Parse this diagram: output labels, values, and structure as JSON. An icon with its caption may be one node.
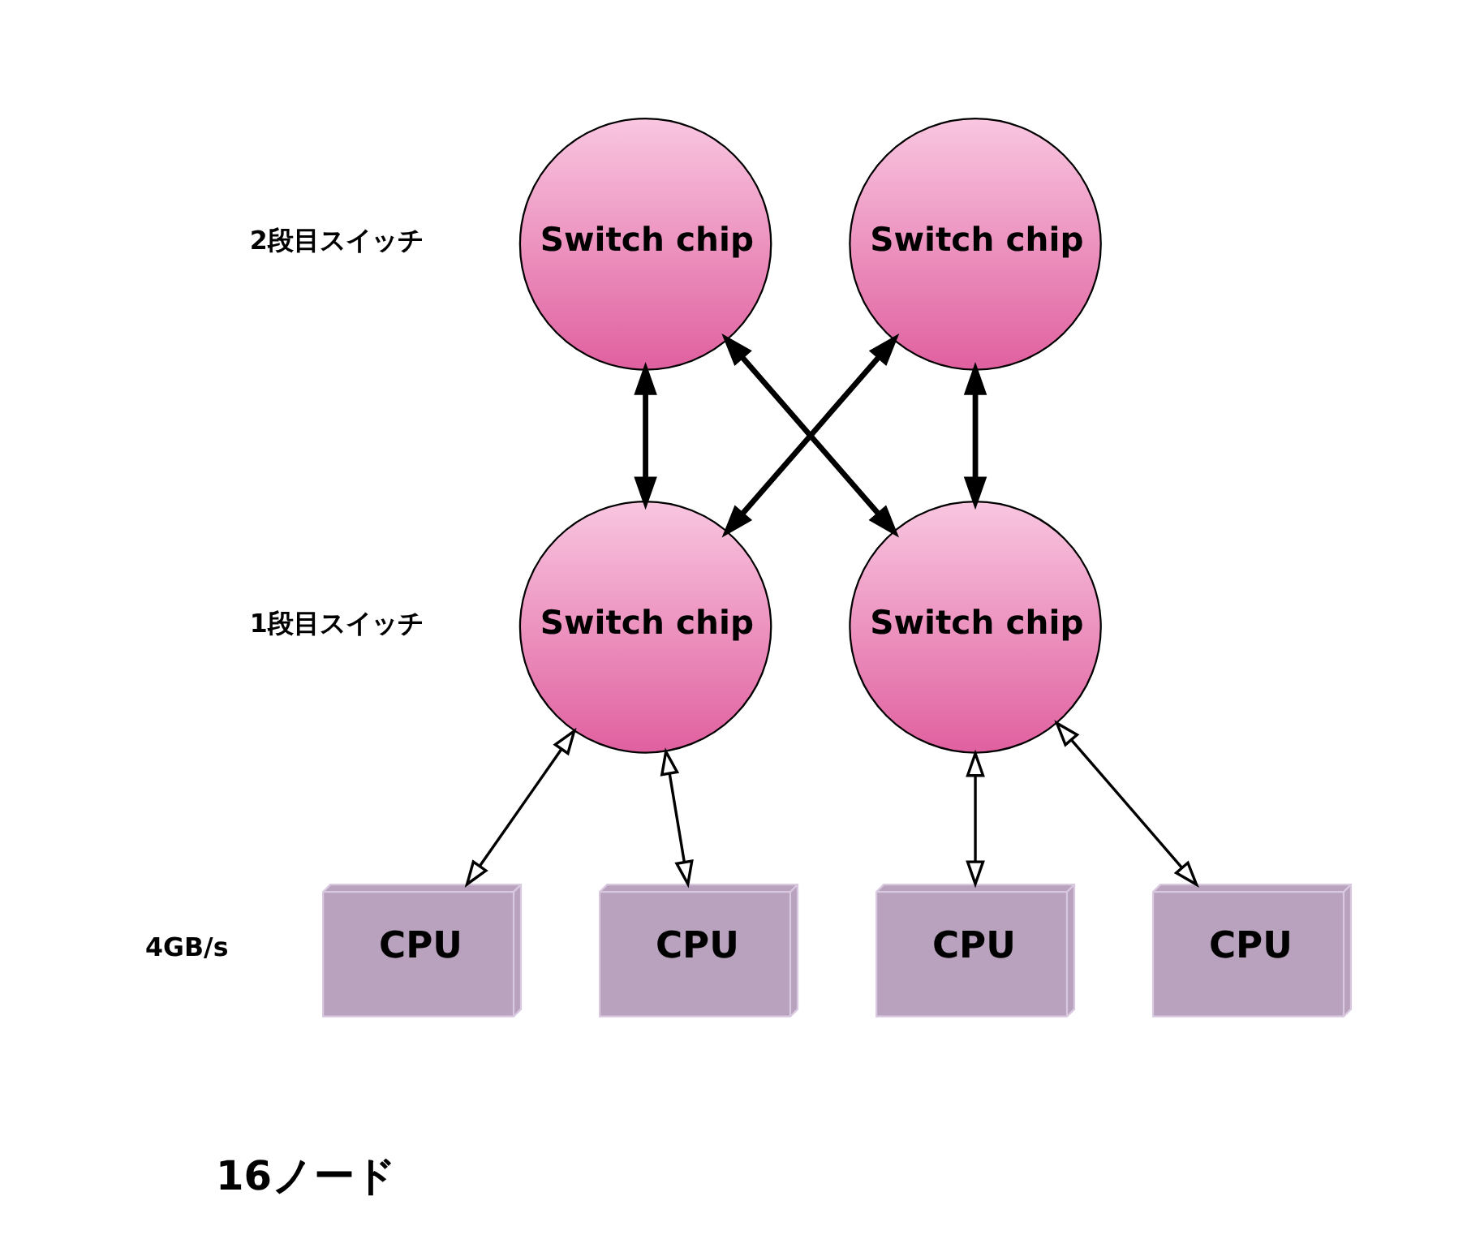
{
  "diagram": {
    "nodes": [
      {
        "text": [
          "Switch chip"
        ]
      },
      {
        "text": [
          "Switch chip"
        ]
      },
      {
        "text": [
          "Switch chip"
        ]
      },
      {
        "text": [
          "Switch chip"
        ]
      },
      {
        "text": [
          "CPU"
        ]
      },
      {
        "text": [
          "CPU"
        ]
      },
      {
        "text": [
          "CPU"
        ]
      },
      {
        "text": [
          "CPU"
        ]
      }
    ],
    "edges": [
      {
        "from": 0,
        "to": 2,
        "arrow": "both",
        "style": "thick"
      },
      {
        "from": 0,
        "to": 3,
        "arrow": "both",
        "style": "thick"
      },
      {
        "from": 1,
        "to": 2,
        "arrow": "both",
        "style": "thick"
      },
      {
        "from": 1,
        "to": 3,
        "arrow": "both",
        "style": "thick"
      },
      {
        "from": 2,
        "to": 4,
        "arrow": "both"
      },
      {
        "from": 2,
        "to": 5,
        "arrow": "both"
      },
      {
        "from": 3,
        "to": 6,
        "arrow": "both"
      },
      {
        "from": 3,
        "to": 7,
        "arrow": "both"
      }
    ],
    "labels": [
      "2段目スイッチ",
      "1段目スイッチ",
      "4GB/s",
      "16ノード"
    ]
  }
}
